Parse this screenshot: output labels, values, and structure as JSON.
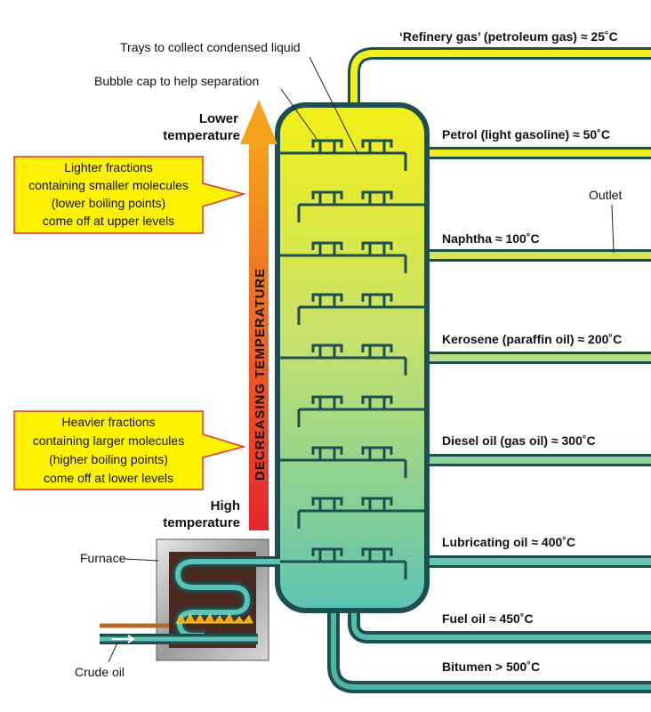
{
  "labels": {
    "trays": "Trays to collect condensed liquid",
    "bubble_cap": "Bubble cap to help separation",
    "outlet": "Outlet",
    "furnace": "Furnace",
    "crude_oil": "Crude oil"
  },
  "temperature": {
    "lower_line1": "Lower",
    "lower_line2": "temperature",
    "high_line1": "High",
    "high_line2": "temperature",
    "arrow_text": "DECREASING TEMPERATURE"
  },
  "callouts": {
    "lighter": [
      "Lighter fractions",
      "containing smaller molecules",
      "(lower boiling points)",
      "come off at upper levels"
    ],
    "heavier": [
      "Heavier fractions",
      "containing larger molecules",
      "(higher boiling points)",
      "come off at lower levels"
    ]
  },
  "fractions": [
    {
      "name": "refinery-gas",
      "label": "‘Refinery gas’ (petroleum gas) ≈ 25˚C"
    },
    {
      "name": "petrol",
      "label": "Petrol (light gasoline) ≈ 50˚C"
    },
    {
      "name": "naphtha",
      "label": "Naphtha ≈ 100˚C"
    },
    {
      "name": "kerosene",
      "label": "Kerosene (paraffin oil) ≈ 200˚C"
    },
    {
      "name": "diesel",
      "label": "Diesel oil (gas oil) ≈ 300˚C"
    },
    {
      "name": "lubricating",
      "label": "Lubricating oil ≈ 400˚C"
    },
    {
      "name": "fuel-oil",
      "label": "Fuel oil ≈ 450˚C"
    },
    {
      "name": "bitumen",
      "label": "Bitumen > 500˚C"
    }
  ],
  "colors": {
    "pipe_dark": "#1d4e52",
    "column_top": "#f2ef17",
    "column_bottom": "#5cc4b2",
    "arrow_top": "#f4a21c",
    "arrow_bottom": "#e5262d",
    "orange_text": "#ef8a1a",
    "red_text": "#e0262b",
    "callout_fill": "#fff200",
    "callout_stroke": "#e2302f"
  }
}
